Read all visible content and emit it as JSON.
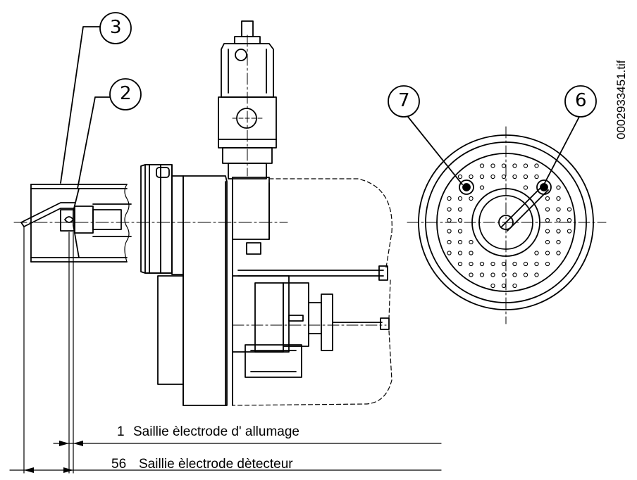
{
  "callouts": {
    "c3": "3",
    "c2": "2",
    "c7": "7",
    "c6": "6"
  },
  "dimensions": {
    "ignition_value": "1",
    "ignition_label": "Saillie èlectrode d' allumage",
    "detector_value": "56",
    "detector_label": "Saillie èlectrode dètecteur"
  },
  "file_id": "0002933451.tif"
}
